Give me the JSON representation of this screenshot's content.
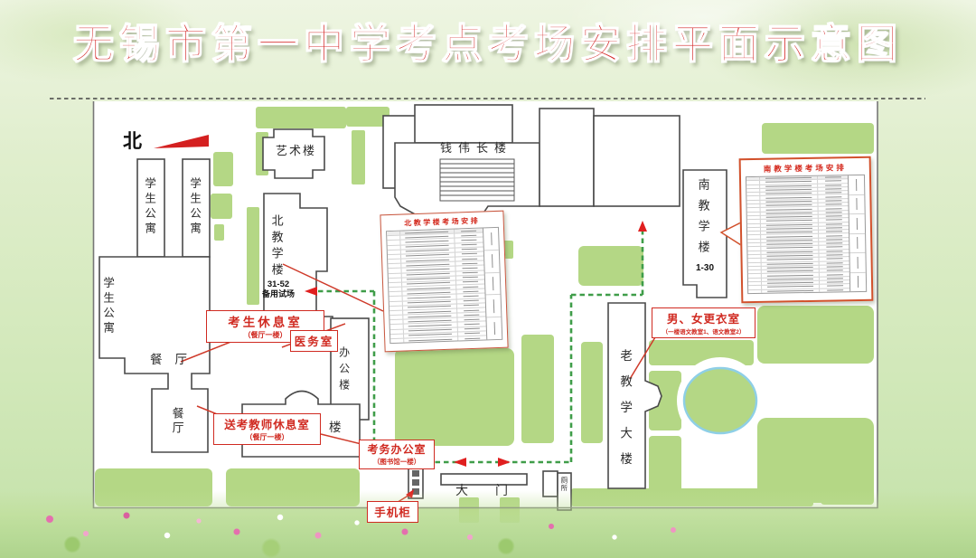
{
  "title": "无锡市第一中学考点考场安排平面示意图",
  "compass": {
    "label": "北"
  },
  "buildings": {
    "dorm_a": "学生公寓",
    "dorm_b": "学生公寓",
    "dorm_c": "学生公寓",
    "art": "艺术楼",
    "qianweichang": "钱伟长楼",
    "north_teaching": {
      "name": "北教学楼",
      "rooms": "31-52",
      "note": "备用试场"
    },
    "south_teaching": {
      "name": "南教学楼",
      "rooms": "1-30"
    },
    "old_teaching": "老教学大楼",
    "canteen_a": "餐厅",
    "canteen_b": "餐厅",
    "office": "办公楼",
    "library": "图书楼",
    "gate": "大门",
    "toilet": "厕所"
  },
  "callouts": {
    "examinee_lounge": {
      "title": "考生休息室",
      "subtitle": "（餐厅一楼）"
    },
    "medical_room": {
      "title": "医务室"
    },
    "escort_teacher_lounge": {
      "title": "送考教师休息室",
      "subtitle": "（餐厅一楼）"
    },
    "exam_affairs_office": {
      "title": "考务办公室",
      "subtitle": "（图书馆一楼）"
    },
    "phone_cabinet": {
      "title": "手机柜"
    },
    "changing_rooms": {
      "title": "男、女更衣室",
      "subtitle": "（一楼语文教室1、语文教室2）"
    }
  },
  "schedules": {
    "north": {
      "title": "北教学楼考场安排",
      "rows": 24,
      "groups": 5
    },
    "south": {
      "title": "南教学楼考场安排",
      "rows": 30,
      "groups": 6
    }
  },
  "colors": {
    "title_red": "#d32222",
    "label_red": "#d02a21",
    "lawn_green": "#b4d785",
    "path_green": "#3f9d49",
    "pond_blue": "#8ecfe6",
    "outline": "#4a4a4a"
  }
}
